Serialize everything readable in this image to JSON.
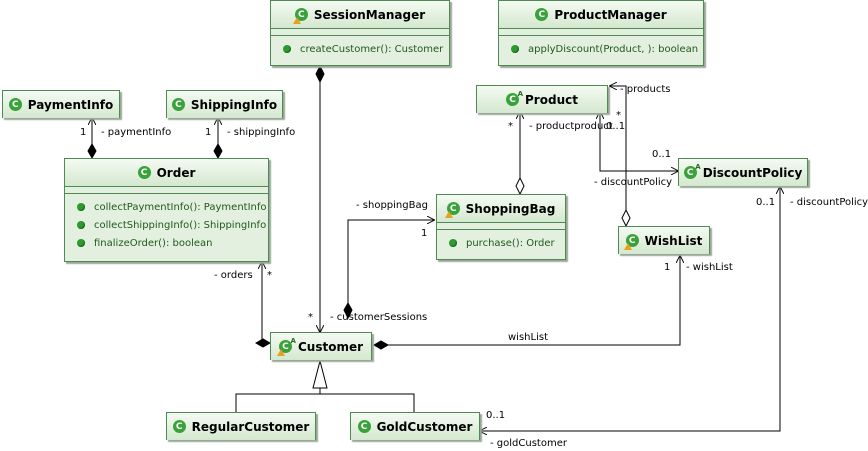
{
  "classes": {
    "session_manager": {
      "name": "SessionManager",
      "ops": [
        "createCustomer(): Customer"
      ]
    },
    "product_manager": {
      "name": "ProductManager",
      "ops": [
        "applyDiscount(Product, ): boolean"
      ]
    },
    "payment_info": {
      "name": "PaymentInfo"
    },
    "shipping_info": {
      "name": "ShippingInfo"
    },
    "product": {
      "name": "Product"
    },
    "order": {
      "name": "Order",
      "ops": [
        "collectPaymentInfo(): PaymentInfo",
        "collectShippingInfo(): ShippingInfo",
        "finalizeOrder(): boolean"
      ]
    },
    "discount_policy": {
      "name": "DiscountPolicy"
    },
    "shopping_bag": {
      "name": "ShoppingBag",
      "ops": [
        "purchase(): Order"
      ]
    },
    "wish_list": {
      "name": "WishList"
    },
    "customer": {
      "name": "Customer"
    },
    "regular_customer": {
      "name": "RegularCustomer"
    },
    "gold_customer": {
      "name": "GoldCustomer"
    }
  },
  "labels": {
    "payment_mult": "1",
    "payment_role": "- paymentInfo",
    "shipping_mult": "1",
    "shipping_role": "- shippingInfo",
    "products_role_top": "- products",
    "products_star_a": "*",
    "products_star_b": "*",
    "product_role_overlap": "- productproduct",
    "product_mult_01": "0..1",
    "discount_mult_left": "0..1",
    "discount_role_left": "- discountPolicy",
    "shopping_bag_role": "- shoppingBag",
    "shopping_bag_mult": "1",
    "wish_list_mult": "1",
    "wish_list_role": "- wishList",
    "discount_mult_right": "0..1",
    "discount_role_right": "- discountPolicy",
    "orders_role": "- orders",
    "orders_mult": "*",
    "sessions_mult": "*",
    "sessions_role": "- customerSessions",
    "wishlist_assoc": "wishList",
    "gold_mult": "0..1",
    "gold_role": "- goldCustomer"
  },
  "icons": {
    "class": "C"
  }
}
